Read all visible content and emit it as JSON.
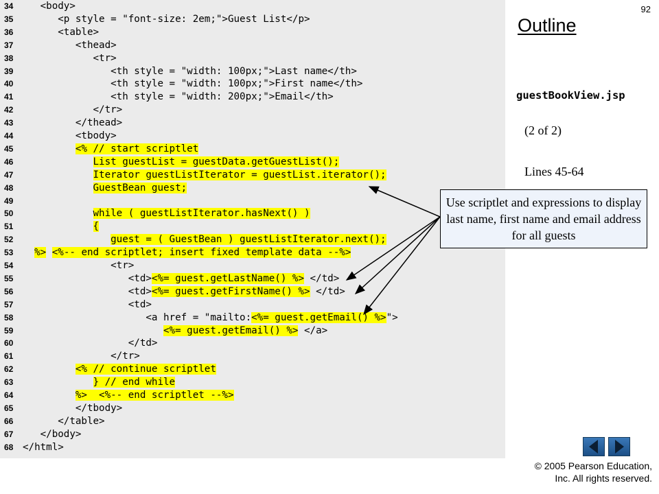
{
  "slide": {
    "page_number": "92",
    "outline_title": "Outline",
    "file_name": "guestBookView.jsp",
    "page_of": "(2 of 2)",
    "lines_range": "Lines 45-64",
    "callout_text": "Use scriptlet and expressions to display last name, first name and email address for all guests",
    "copyright_line1": "© 2005 Pearson Education,",
    "copyright_line2": "Inc.  All rights reserved."
  },
  "nav": {
    "prev_icon": "triangle-left-icon",
    "next_icon": "triangle-right-icon"
  },
  "colors": {
    "highlight": "#ffff00",
    "code_background": "#ebebeb",
    "callout_background": "#eef3fb",
    "nav_button": "#1c4f86"
  },
  "code_lines": [
    {
      "num": "34",
      "indent": "   ",
      "text": "<body>",
      "hl": false
    },
    {
      "num": "35",
      "indent": "      ",
      "text": "<p style = \"font-size: 2em;\">Guest List</p>",
      "hl": false
    },
    {
      "num": "36",
      "indent": "      ",
      "text": "<table>",
      "hl": false
    },
    {
      "num": "37",
      "indent": "         ",
      "text": "<thead>",
      "hl": false
    },
    {
      "num": "38",
      "indent": "            ",
      "text": "<tr>",
      "hl": false
    },
    {
      "num": "39",
      "indent": "               ",
      "text": "<th style = \"width: 100px;\">Last name</th>",
      "hl": false
    },
    {
      "num": "40",
      "indent": "               ",
      "text": "<th style = \"width: 100px;\">First name</th>",
      "hl": false
    },
    {
      "num": "41",
      "indent": "               ",
      "text": "<th style = \"width: 200px;\">Email</th>",
      "hl": false
    },
    {
      "num": "42",
      "indent": "            ",
      "text": "</tr>",
      "hl": false
    },
    {
      "num": "43",
      "indent": "         ",
      "text": "</thead>",
      "hl": false
    },
    {
      "num": "44",
      "indent": "         ",
      "text": "<tbody>",
      "hl": false
    },
    {
      "num": "45",
      "indent": "         ",
      "text": "<% // start scriptlet",
      "hl": true
    },
    {
      "num": "46",
      "indent": "            ",
      "text": "List guestList = guestData.getGuestList();",
      "hl": true
    },
    {
      "num": "47",
      "indent": "            ",
      "text": "Iterator guestListIterator = guestList.iterator();",
      "hl": true
    },
    {
      "num": "48",
      "indent": "            ",
      "text": "GuestBean guest;",
      "hl": true
    },
    {
      "num": "49",
      "indent": "",
      "text": "",
      "hl": false
    },
    {
      "num": "50",
      "indent": "            ",
      "text": "while ( guestListIterator.hasNext() )",
      "hl": true
    },
    {
      "num": "51",
      "indent": "            ",
      "text": "{",
      "hl": true
    },
    {
      "num": "52",
      "indent": "               ",
      "text": "guest = ( GuestBean ) guestListIterator.next();",
      "hl": true
    },
    {
      "num": "53",
      "indent": "  ",
      "text": "%>",
      "hl": true,
      "rest": " ",
      "rest2": "<%-- end scriptlet; insert fixed template data --%>"
    },
    {
      "num": "54",
      "indent": "               ",
      "text": "<tr>",
      "hl": false
    },
    {
      "num": "55",
      "indent": "                  ",
      "text": "<td>",
      "hl": false,
      "rest": "<%= guest.getLastName() %>",
      "rest3": " </td>"
    },
    {
      "num": "56",
      "indent": "                  ",
      "text": "<td>",
      "hl": false,
      "rest": "<%= guest.getFirstName() %>",
      "rest3": " </td>"
    },
    {
      "num": "57",
      "indent": "                  ",
      "text": "<td>",
      "hl": false
    },
    {
      "num": "58",
      "indent": "                     ",
      "text": "<a href = \"mailto:",
      "hl": false,
      "rest": "<%= guest.getEmail() %>",
      "rest3": "\">"
    },
    {
      "num": "59",
      "indent": "                        ",
      "text": "",
      "hl": false,
      "rest": "<%= guest.getEmail() %>",
      "rest3": " </a>"
    },
    {
      "num": "60",
      "indent": "                  ",
      "text": "</td>",
      "hl": false
    },
    {
      "num": "61",
      "indent": "               ",
      "text": "</tr>",
      "hl": false
    },
    {
      "num": "62",
      "indent": "         ",
      "text": "<% // continue scriptlet",
      "hl": true
    },
    {
      "num": "63",
      "indent": "            ",
      "text": "} // end while",
      "hl": true
    },
    {
      "num": "64",
      "indent": "         ",
      "text": "%>  <%-- end scriptlet --%>",
      "hl": true
    },
    {
      "num": "65",
      "indent": "         ",
      "text": "</tbody>",
      "hl": false
    },
    {
      "num": "66",
      "indent": "      ",
      "text": "</table>",
      "hl": false
    },
    {
      "num": "67",
      "indent": "   ",
      "text": "</body>",
      "hl": false
    },
    {
      "num": "68",
      "indent": "",
      "text": "</html>",
      "hl": false
    }
  ]
}
